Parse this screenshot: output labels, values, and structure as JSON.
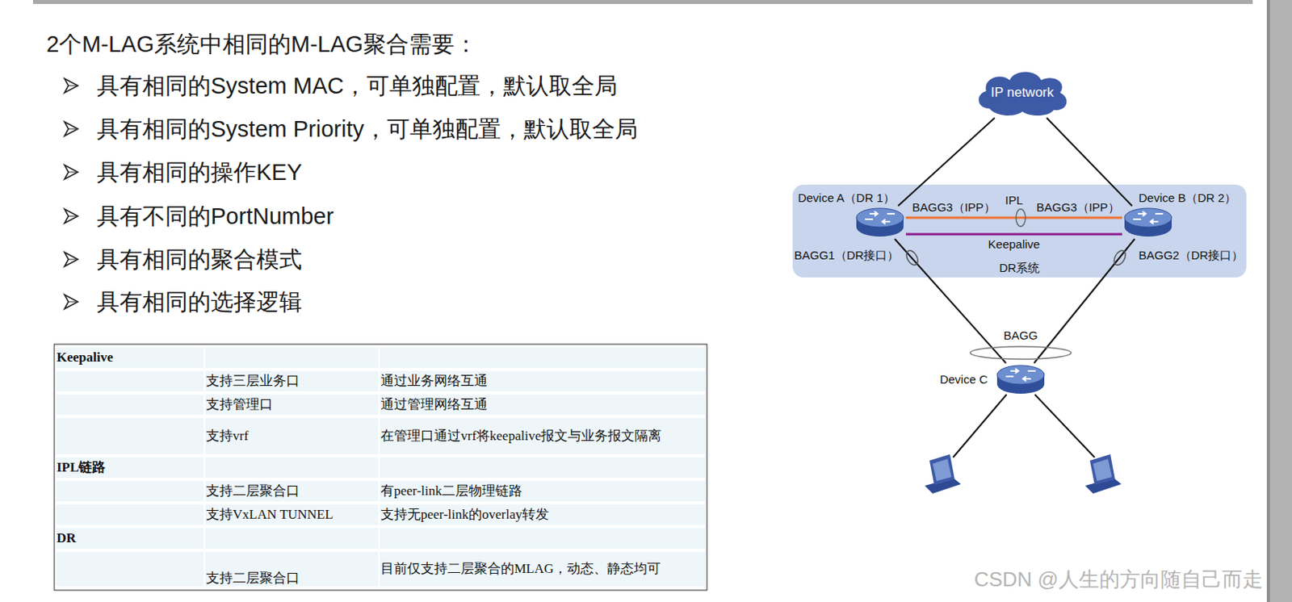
{
  "diagram": {
    "title": "2个M-LAG系统中相同的M-LAG聚合需要：",
    "nodes": [
      {
        "text": [
          "IP network"
        ]
      },
      {
        "text": [
          "DR系统"
        ]
      },
      {
        "text": [
          "Device A（DR 1）"
        ],
        "in": 1
      },
      {
        "text": [
          "Device B（DR 2）"
        ],
        "in": 1
      },
      {
        "text": [
          "Device C"
        ]
      }
    ],
    "edges": [
      {
        "from": 0,
        "to": 2,
        "arrow": "none"
      },
      {
        "from": 0,
        "to": 3,
        "arrow": "none"
      },
      {
        "from": 2,
        "to": 3,
        "label": "IPL",
        "arrow": "none"
      },
      {
        "from": 2,
        "to": 3,
        "label": "Keepalive",
        "arrow": "none"
      },
      {
        "from": 2,
        "to": 4,
        "arrow": "none"
      },
      {
        "from": 3,
        "to": 4,
        "arrow": "none"
      }
    ],
    "labels": [
      "具有相同的System MAC，可单独配置，默认取全局",
      "具有相同的System Priority，可单独配置，默认取全局",
      "具有相同的操作KEY",
      "具有不同的PortNumber",
      "具有相同的聚合模式",
      "具有相同的选择逻辑",
      "Keepalive",
      "支持三层业务口",
      "通过业务网络互通",
      "支持管理口",
      "通过管理网络互通",
      "支持vrf",
      "在管理口通过vrf将keepalive报文与业务报文隔离",
      "IPL链路",
      "支持二层聚合口",
      "有peer-link二层物理链路",
      "支持VxLAN TUNNEL",
      "支持无peer-link的overlay转发",
      "DR",
      "支持二层聚合口",
      "目前仅支持二层聚合的MLAG，动态、静态均可",
      "BAGG3（IPP）",
      "BAGG3（IPP）",
      "BAGG1（DR接口）",
      "BAGG2（DR接口）",
      "BAGG",
      "CSDN @人生的方向随自己而走"
    ]
  }
}
